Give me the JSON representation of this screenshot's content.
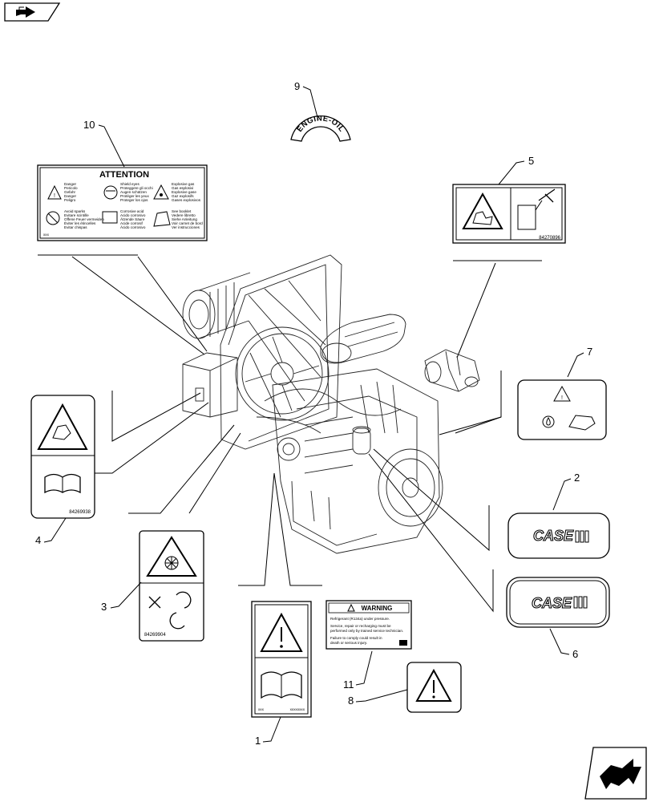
{
  "nav": {
    "top_left_icon": "page-arrow-icon",
    "bottom_right_icon": "next-page-arrow-icon"
  },
  "callouts": [
    "1",
    "2",
    "3",
    "4",
    "5",
    "6",
    "7",
    "8",
    "9",
    "10",
    "11"
  ],
  "decals": {
    "engine_oil": {
      "text": "ENGINE-OIL"
    },
    "attention": {
      "title": "ATTENTION",
      "col1a": [
        "Danger",
        "Pericolo",
        "Gefahr",
        "Danger",
        "Peligro"
      ],
      "col2a": [
        "Shield eyes",
        "Proteggere gli occhi",
        "Augen schützen",
        "Protéger les yeux",
        "Proteger los ojos"
      ],
      "col3a": [
        "Explosive gas",
        "Gas esplosivi",
        "Explosive gase",
        "Gaz explosifs",
        "Gases explosivos"
      ],
      "col1b": [
        "Avoid sparks",
        "Evitare scintille",
        "Offene Feuer vermeiden",
        "Éviter les étincelles",
        "Evitar chispas"
      ],
      "col2b": [
        "Corrosive acid",
        "Acido corrosivo",
        "Ätzende Säure",
        "Acide corrosif",
        "Ácido corrosivo"
      ],
      "col3b": [
        "See booklet",
        "Vedere libretto",
        "Siehe Anleitung",
        "Voir carnet de bord",
        "Ver instrucciones"
      ],
      "footer": "xxx"
    },
    "decal_3_code": "84269904",
    "decal_4_code": "84269938",
    "decal_5_code": "84270896",
    "case_logo_2": "CASE",
    "case_logo_6": "CASE",
    "warning": {
      "title": "WARNING",
      "lines": [
        "Refrigerant (R134a) under pressure.",
        "Service, repair or recharging must be",
        "performed only by trained service technician.",
        "Failure to comply could result in",
        "death or serious injury."
      ]
    },
    "decal_1_footer_left": "xxx",
    "decal_1_footer_right": "xxxxxxxx"
  },
  "colors": {
    "ink": "#000000",
    "background": "#ffffff",
    "logo_fill": "#ffffff"
  }
}
